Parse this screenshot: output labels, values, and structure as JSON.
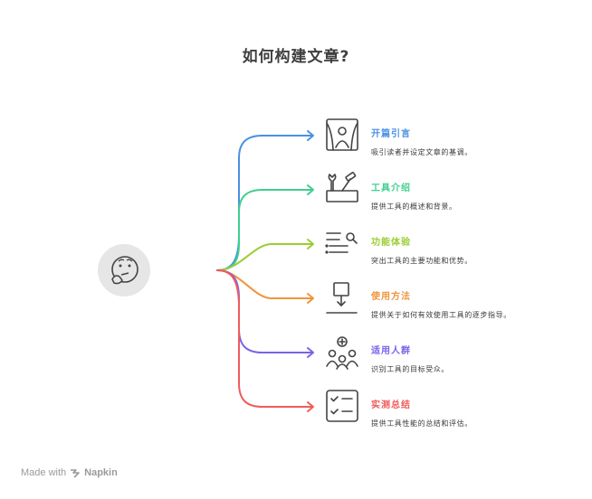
{
  "title": "如何构建文章?",
  "items": [
    {
      "label": "开篇引言",
      "desc": "吸引读者并设定文章的基调。",
      "color": "#4a90e2",
      "icon": "theater-curtain-icon"
    },
    {
      "label": "工具介绍",
      "desc": "提供工具的概述和背景。",
      "color": "#3ecf8e",
      "icon": "toolbox-icon"
    },
    {
      "label": "功能体验",
      "desc": "突出工具的主要功能和优势。",
      "color": "#9acd32",
      "icon": "list-search-icon"
    },
    {
      "label": "使用方法",
      "desc": "提供关于如何有效使用工具的逐步指导。",
      "color": "#f0943c",
      "icon": "arrow-down-box-icon"
    },
    {
      "label": "适用人群",
      "desc": "识别工具的目标受众。",
      "color": "#7b61e8",
      "icon": "user-group-add-icon"
    },
    {
      "label": "实测总结",
      "desc": "提供工具性能的总结和评估。",
      "color": "#ef5b5b",
      "icon": "checklist-icon"
    }
  ],
  "central_icon": "thinking-face-icon",
  "watermark": {
    "prefix": "Made with",
    "brand": "Napkin"
  }
}
